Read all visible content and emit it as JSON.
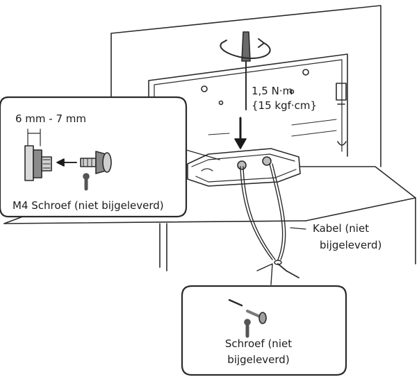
{
  "labels": {
    "torque_line1": "1,5 N·m",
    "torque_line2": "{15 kgf·cm}",
    "gap": "6 mm - 7 mm",
    "m4_screw": "M4 Schroef (niet bijgeleverd)",
    "cable_line1": "Kabel (niet",
    "cable_line2": "bijgeleverd)",
    "screw_line1": "Schroef (niet",
    "screw_line2": "bijgeleverd)"
  },
  "colors": {
    "line": "#2a2a2a",
    "fill": "#ffffff",
    "shade": "#d9d9d9",
    "dark": "#555555"
  }
}
